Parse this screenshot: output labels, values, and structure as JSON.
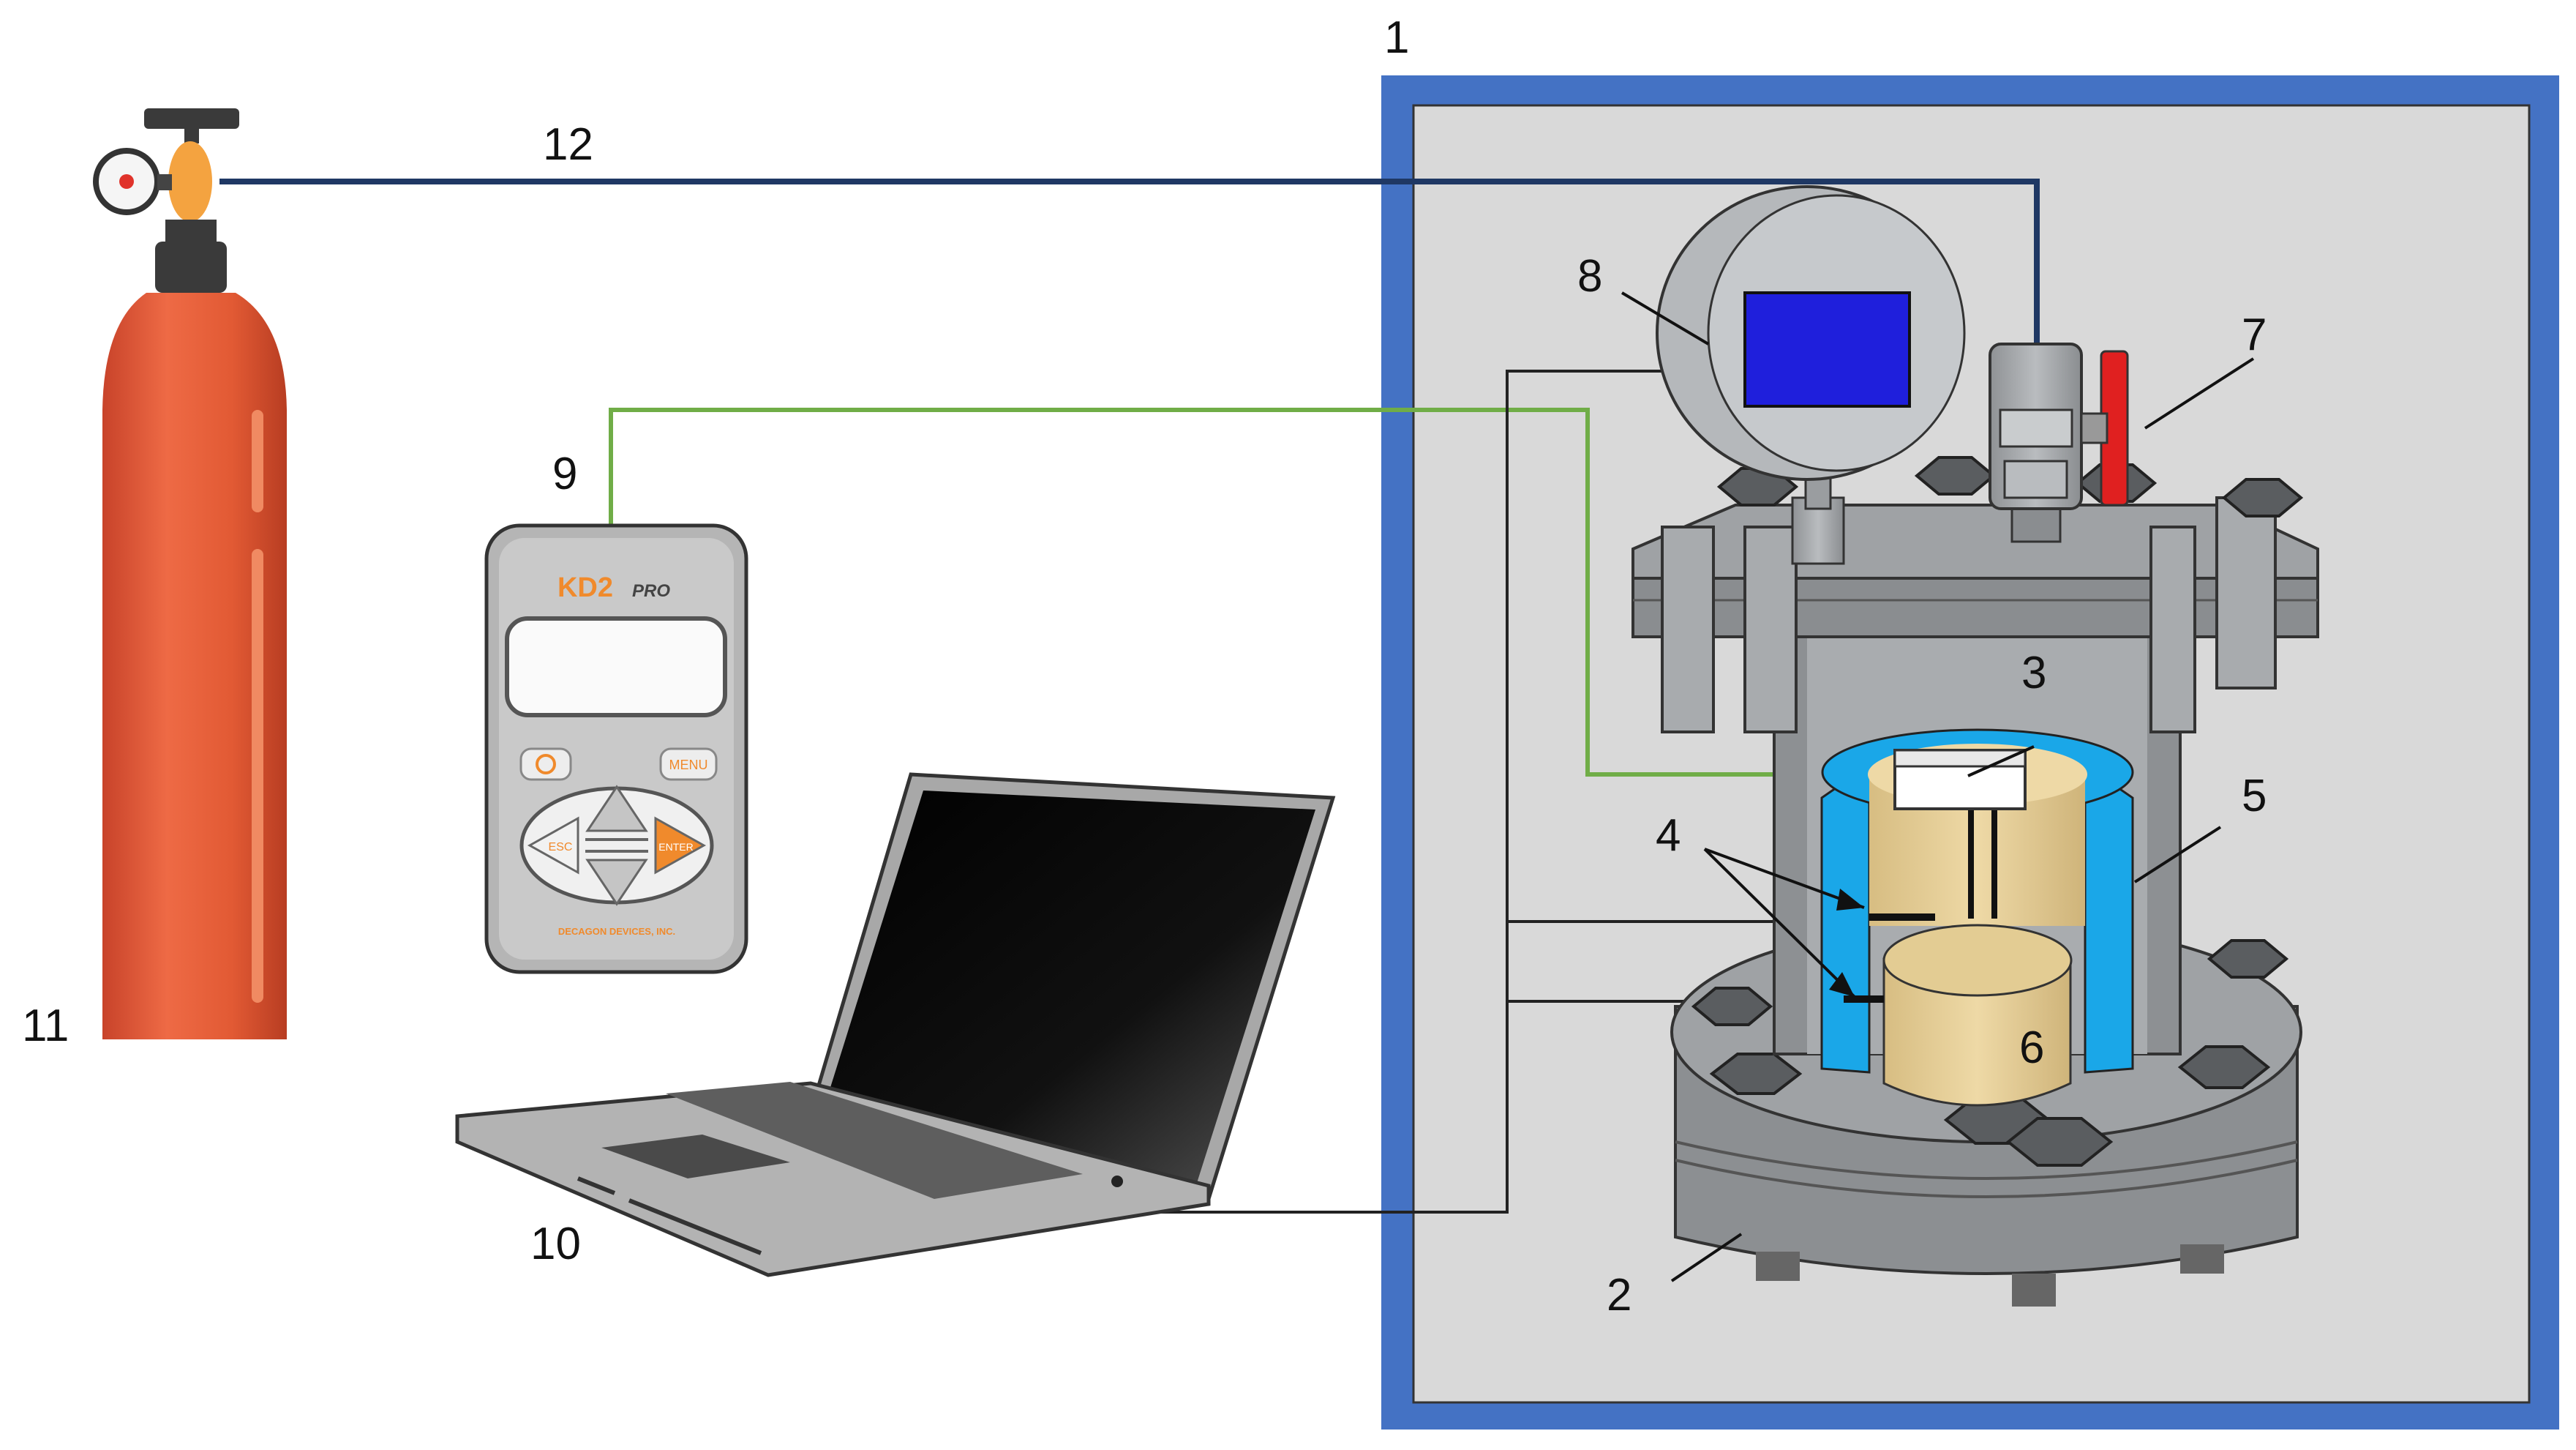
{
  "labels": {
    "n1": "1",
    "n2": "2",
    "n3": "3",
    "n4": "4",
    "n5": "5",
    "n6": "6",
    "n7": "7",
    "n8": "8",
    "n9": "9",
    "n10": "10",
    "n11": "11",
    "n12": "12"
  },
  "device": {
    "brand": "KD2",
    "model": "PRO",
    "button_menu": "MENU",
    "button_esc": "ESC",
    "button_enter": "ENTER",
    "maker": "DECAGON DEVICES, INC."
  },
  "colors": {
    "chamber_border": "#4472c4",
    "chamber_fill": "#d9d9d9",
    "gas_line": "#1f3864",
    "sensor_line": "#70ad47",
    "cylinder": "#e25a34",
    "insulation": "#1aa7e8",
    "sample": "#e8d29c",
    "gauge_screen": "#1f1fdc",
    "valve_handle": "#e02020"
  },
  "icons": [
    "gas-cylinder-icon",
    "pressure-gauge-icon",
    "ball-valve-icon",
    "laptop-icon",
    "kd2-pro-analyzer-icon",
    "power-icon"
  ]
}
